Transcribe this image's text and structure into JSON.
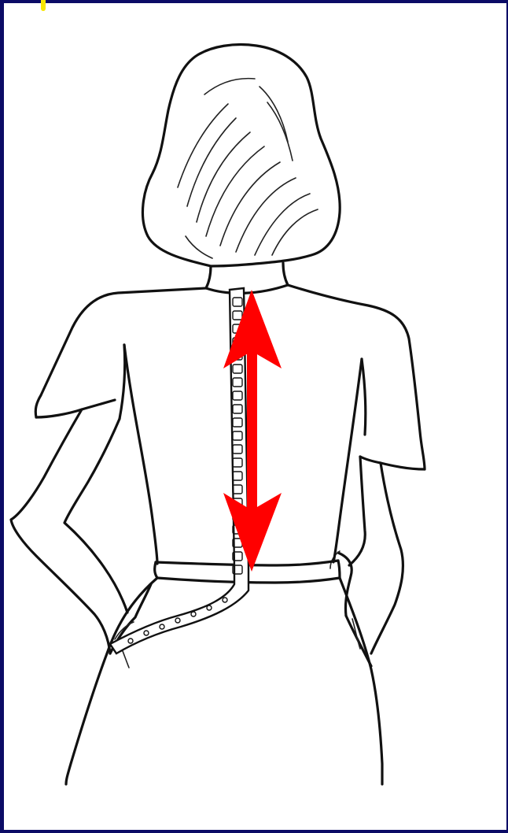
{
  "figure": {
    "subject": "woman-back-view",
    "measurement": "back-waist-length"
  },
  "colors": {
    "border": "#0b0b66",
    "arrow": "#ff0000",
    "corner_mark": "#f7e600",
    "ink": "#111111"
  },
  "icons": {
    "arrow": "double-headed-arrow"
  }
}
